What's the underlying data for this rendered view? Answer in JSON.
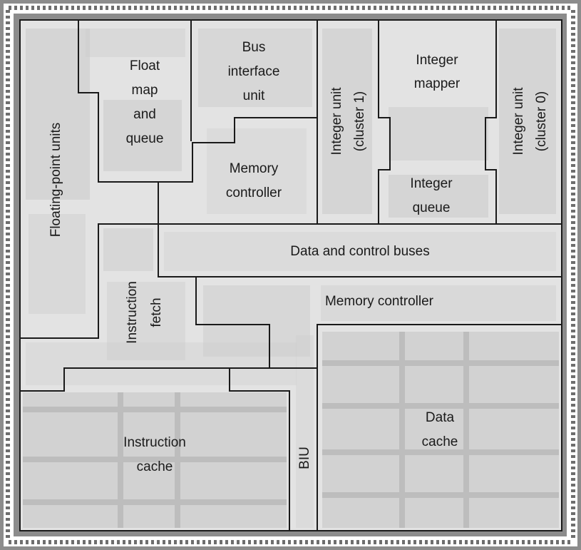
{
  "labels": {
    "floating_point_units": "Floating-point units",
    "float_map_queue": [
      "Float",
      "map",
      "and",
      "queue"
    ],
    "bus_interface_unit": [
      "Bus",
      "interface",
      "unit"
    ],
    "memory_controller_top": [
      "Memory",
      "controller"
    ],
    "integer_unit_cluster1": [
      "Integer unit",
      "(cluster 1)"
    ],
    "integer_mapper": [
      "Integer",
      "mapper"
    ],
    "integer_unit_cluster0": [
      "Integer unit",
      "(cluster 0)"
    ],
    "integer_queue": [
      "Integer",
      "queue"
    ],
    "data_control_buses": "Data and control buses",
    "instruction_fetch": [
      "Instruction",
      "fetch"
    ],
    "memory_controller_mid": "Memory controller",
    "instruction_cache": [
      "Instruction",
      "cache"
    ],
    "biu": "BIU",
    "data_cache": [
      "Data",
      "cache"
    ]
  },
  "colors": {
    "frame": "#8c8c8c",
    "die": "#e3e3e3",
    "cache_array": "#d0d0d0",
    "circuit_detail": "#cbcbcb",
    "pads": "#6e6e6e",
    "borders": "#1a1a1a",
    "text": "#1a1a1a"
  }
}
